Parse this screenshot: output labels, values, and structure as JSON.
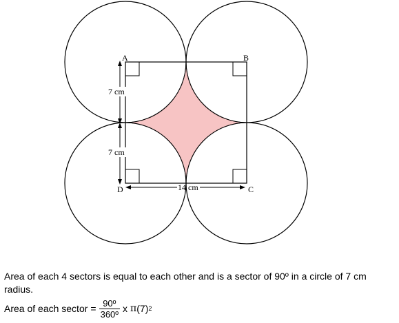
{
  "diagram": {
    "vertex_labels": {
      "a": "A",
      "b": "B",
      "c": "C",
      "d": "D"
    },
    "dim_top": "7 cm",
    "dim_bottom": "7 cm",
    "dim_horizontal": "14 cm",
    "shaded_color": "#f7c4c4"
  },
  "text": {
    "paragraph": "Area of each 4 sectors is equal to each other and is a sector of 90º in a circle of 7 cm radius.",
    "formula_lhs": "Area of each sector",
    "equals": "=",
    "numerator": "90º",
    "denominator": "360º",
    "times": "x",
    "pi": "π",
    "paren_value": "(7)",
    "exponent": "2"
  }
}
